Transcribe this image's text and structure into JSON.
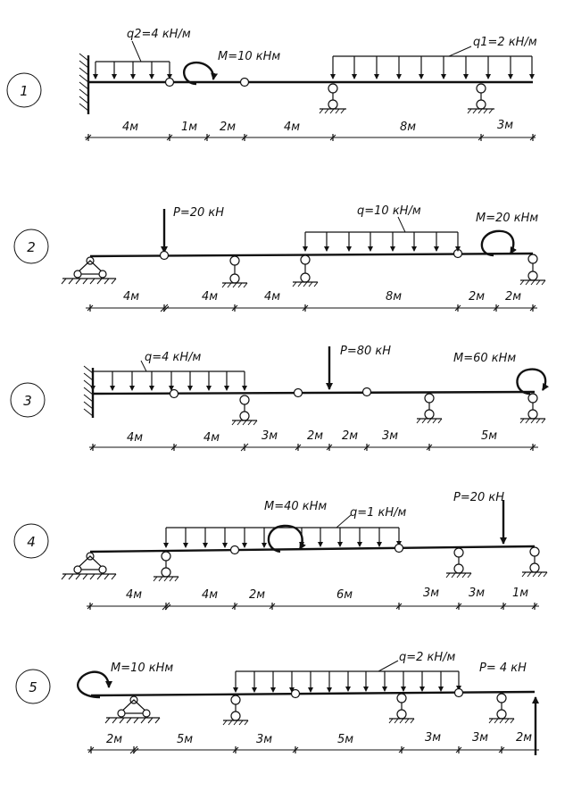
{
  "problems": [
    {
      "number": "1",
      "labels": [
        "q2=4 кН/м",
        "M=10 кНм",
        "q1=2 кН/м"
      ],
      "dims": [
        "4м",
        "1м",
        "2м",
        "4м",
        "8м",
        "3м"
      ]
    },
    {
      "number": "2",
      "labels": [
        "P=20 кН",
        "q=10 кН/м",
        "M=20 кНм"
      ],
      "dims": [
        "4м",
        "4м",
        "4м",
        "8м",
        "2м",
        "2м"
      ]
    },
    {
      "number": "3",
      "labels": [
        "q=4 кН/м",
        "P=80 кН",
        "M=60 кНм"
      ],
      "dims": [
        "4м",
        "4м",
        "3м",
        "2м",
        "2м",
        "3м",
        "5м"
      ]
    },
    {
      "number": "4",
      "labels": [
        "M=40 кНм",
        "q=1 кН/м",
        "P=20 кН"
      ],
      "dims": [
        "4м",
        "4м",
        "2м",
        "6м",
        "3м",
        "3м",
        "1м"
      ]
    },
    {
      "number": "5",
      "labels": [
        "M=10 кНм",
        "q=2 кН/м",
        "P= 4 кН"
      ],
      "dims": [
        "2м",
        "5м",
        "3м",
        "5м",
        "3м",
        "3м",
        "2м"
      ]
    }
  ]
}
